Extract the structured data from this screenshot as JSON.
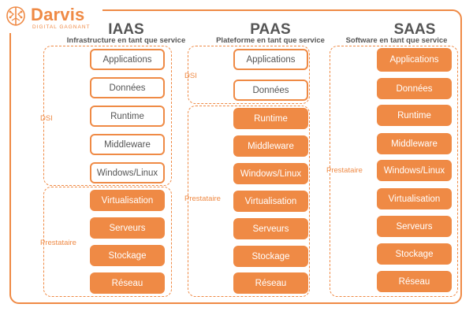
{
  "logo": {
    "brand": "Darvis",
    "tagline": "DIGITAL GAGNANT",
    "accent": "#ef8a45"
  },
  "colors": {
    "accent": "#ef8a45",
    "text": "#555555"
  },
  "columns": [
    {
      "title": "IAAS",
      "subtitle": "Infrastructure en tant que service",
      "groups": [
        {
          "label": "DSI",
          "style": "outline",
          "items": [
            "Applications",
            "Données",
            "Runtime",
            "Middleware",
            "Windows/Linux"
          ]
        },
        {
          "label": "Prestataire",
          "style": "filled",
          "items": [
            "Virtualisation",
            "Serveurs",
            "Stockage",
            "Réseau"
          ]
        }
      ]
    },
    {
      "title": "PAAS",
      "subtitle": "Plateforme en tant que service",
      "groups": [
        {
          "label": "DSI",
          "style": "outline",
          "items": [
            "Applications",
            "Données"
          ]
        },
        {
          "label": "Prestataire",
          "style": "filled",
          "items": [
            "Runtime",
            "Middleware",
            "Windows/Linux",
            "Virtualisation",
            "Serveurs",
            "Stockage",
            "Réseau"
          ]
        }
      ]
    },
    {
      "title": "SAAS",
      "subtitle": "Software en tant que service",
      "groups": [
        {
          "label": "Prestataire",
          "style": "filled",
          "items": [
            "Applications",
            "Données",
            "Runtime",
            "Middleware",
            "Windows/Linux",
            "Virtualisation",
            "Serveurs",
            "Stockage",
            "Réseau"
          ]
        }
      ]
    }
  ]
}
